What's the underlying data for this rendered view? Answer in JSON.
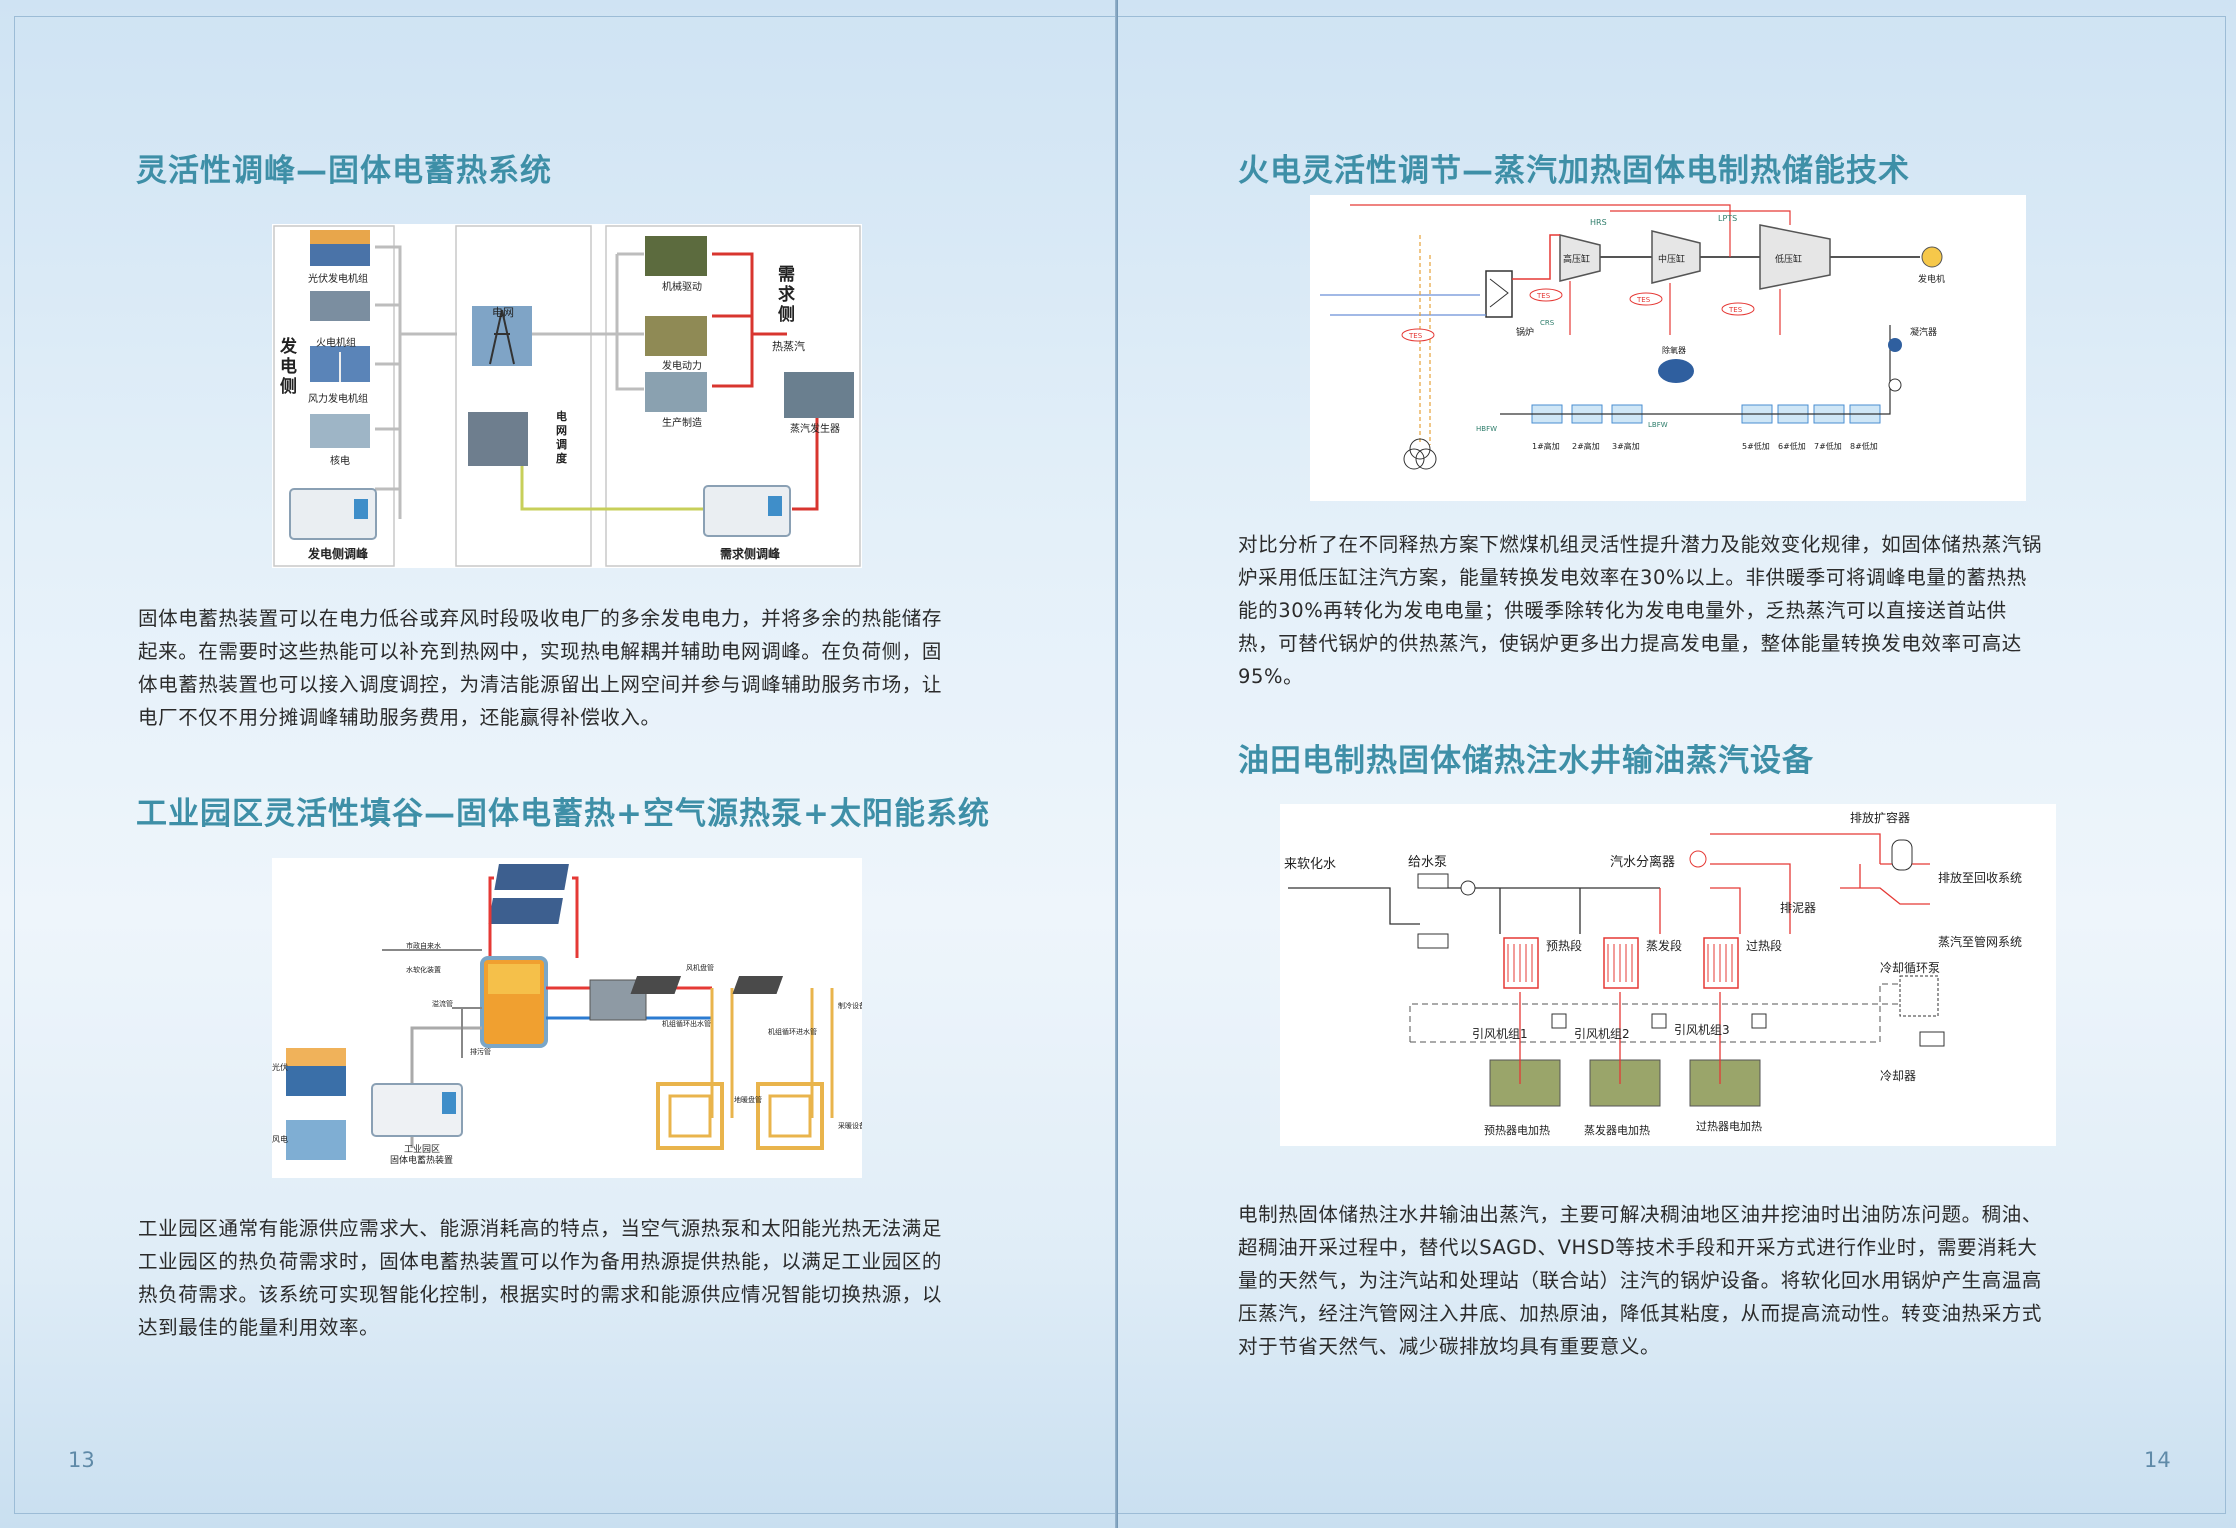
{
  "left_page": {
    "number": "13",
    "section1": {
      "title": "灵活性调峰—固体电蓄热系统",
      "diagram": {
        "supply_side": "发\n电\n侧",
        "gen_items": [
          "光伏发电机组",
          "火电机组",
          "风力发电机组",
          "核电"
        ],
        "supply_storage": "发电侧调峰",
        "grid": "电网",
        "dispatch": "电\n网\n调\n度",
        "demand_items": [
          "机械驱动",
          "发电动力",
          "生产制造"
        ],
        "demand_side": "需\n求\n侧",
        "steam_label": "热蒸汽",
        "steam_generator": "蒸汽发生器",
        "demand_storage": "需求侧调峰"
      },
      "lines": [
        "固体电蓄热装置可以在电力低谷或弃风时段吸收电厂的多余发电电力，并将多余的热能储存",
        "起来。在需要时这些热能可以补充到热网中，实现热电解耦并辅助电网调峰。在负荷侧，固",
        "体电蓄热装置也可以接入调度调控，为清洁能源留出上网空间并参与调峰辅助服务市场，让",
        "电厂不仅不用分摊调峰辅助服务费用，还能赢得补偿收入。"
      ]
    },
    "section2": {
      "title": "工业园区灵活性填谷—固体电蓄热+空气源热泵+太阳能系统",
      "diagram": {
        "solar_label": "光伏",
        "wind_label": "风电",
        "storage_label": "工业园区\n固体电蓄热装置",
        "water_source": "市政自来水",
        "softener": "水软化装置",
        "overflow": "溢流管",
        "drain": "排污管",
        "fan_coil": "风机盘管",
        "floor_heat": "地暖盘管",
        "supply_pipe": "机组循环出水管",
        "return_pipe": "机组循环进水管",
        "cold_equipment": "制冷设备",
        "heat_equipment": "采暖设备"
      },
      "lines": [
        "工业园区通常有能源供应需求大、能源消耗高的特点，当空气源热泵和太阳能光热无法满足",
        "工业园区的热负荷需求时，固体电蓄热装置可以作为备用热源提供热能，以满足工业园区的",
        "热负荷需求。该系统可实现智能化控制，根据实时的需求和能源供应情况智能切换热源，以",
        "达到最佳的能量利用效率。"
      ]
    }
  },
  "right_page": {
    "number": "14",
    "section1": {
      "title": "火电灵活性调节—蒸汽加热固体电制热储能技术",
      "diagram": {
        "hp": "高压缸",
        "ip": "中压缸",
        "lp": "低压缸",
        "generator": "发电机",
        "condenser_pump": "凝汽器",
        "boiler": "锅炉",
        "deaerator": "除氧器",
        "tes": "TES",
        "hrs": "HRS",
        "lpts": "LPTS",
        "crs": "CRS",
        "hbfw": "HBFW",
        "lbfw": "LBFW",
        "heaters": [
          "1#高加",
          "2#高加",
          "3#高加",
          "5#低加",
          "6#低加",
          "7#低加",
          "8#低加"
        ]
      },
      "lines": [
        "对比分析了在不同释热方案下燃煤机组灵活性提升潜力及能效变化规律，如固体储热蒸汽锅",
        "炉采用低压缸注汽方案，能量转换发电效率在30%以上。非供暖季可将调峰电量的蓄热热",
        "能的30%再转化为发电电量；供暖季除转化为发电电量外，乏热蒸汽可以直接送首站供",
        "热，可替代锅炉的供热蒸汽，使锅炉更多出力提高发电量，整体能量转换发电效率可高达",
        "95%。"
      ]
    },
    "section2": {
      "title": "油田电制热固体储热注水井输油蒸汽设备",
      "diagram": {
        "soft_water": "来软化水",
        "feed_pump": "给水泵",
        "separator": "汽水分离器",
        "flash_tank": "排放扩容器",
        "to_recovery": "排放至回收系统",
        "mud_remover": "排泥器",
        "to_pipeline": "蒸汽至管网系统",
        "preheat": "预热段",
        "evaporate": "蒸发段",
        "superheat": "过热段",
        "cooling_pump": "冷却循环泵",
        "cooler": "冷却器",
        "fans": [
          "引风机组1",
          "引风机组2",
          "引风机组3"
        ],
        "heaters": [
          "预热器电加热",
          "蒸发器电加热",
          "过热器电加热"
        ]
      },
      "lines": [
        "电制热固体储热注水井输油出蒸汽，主要可解决稠油地区油井挖油时出油防冻问题。稠油、",
        "超稠油开采过程中，替代以SAGD、VHSD等技术手段和开采方式进行作业时，需要消耗大",
        "量的天然气，为注汽站和处理站（联合站）注汽的锅炉设备。将软化回水用锅炉产生高温高",
        "压蒸汽，经注汽管网注入井底、加热原油，降低其粘度，从而提高流动性。转变油热采方式",
        "对于节省天然气、减少碳排放均具有重要意义。"
      ]
    }
  }
}
